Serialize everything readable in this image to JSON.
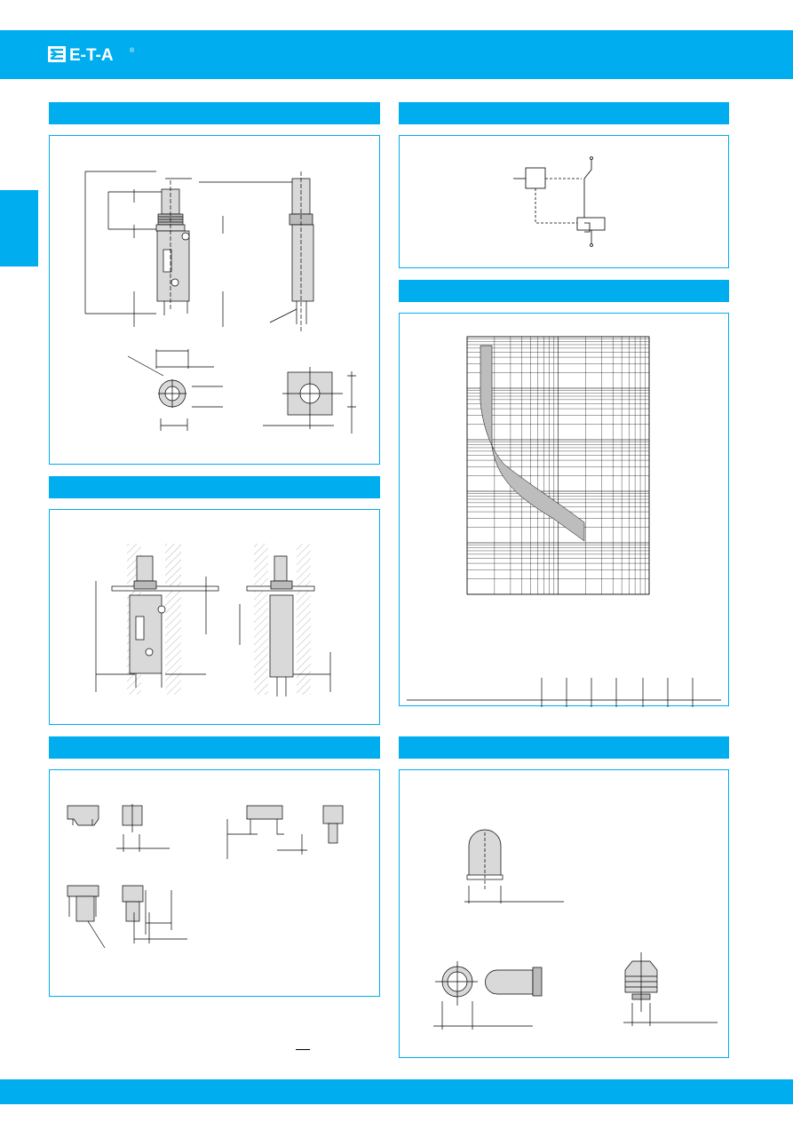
{
  "brand": {
    "logo_text": "E-T-A",
    "registered_mark": "®",
    "color": "#00adef"
  },
  "sections": [
    {
      "id": "dimensions",
      "title": ""
    },
    {
      "id": "schematic",
      "title": ""
    },
    {
      "id": "time-current-curve",
      "title": ""
    },
    {
      "id": "installation",
      "title": ""
    },
    {
      "id": "terminals",
      "title": ""
    },
    {
      "id": "accessories",
      "title": ""
    }
  ],
  "chart_data": {
    "type": "area",
    "title": "",
    "xlabel": "",
    "ylabel": "",
    "xscale": "log",
    "yscale": "log",
    "grid": true,
    "legend": "none",
    "band_color": "#bdbdbd"
  }
}
